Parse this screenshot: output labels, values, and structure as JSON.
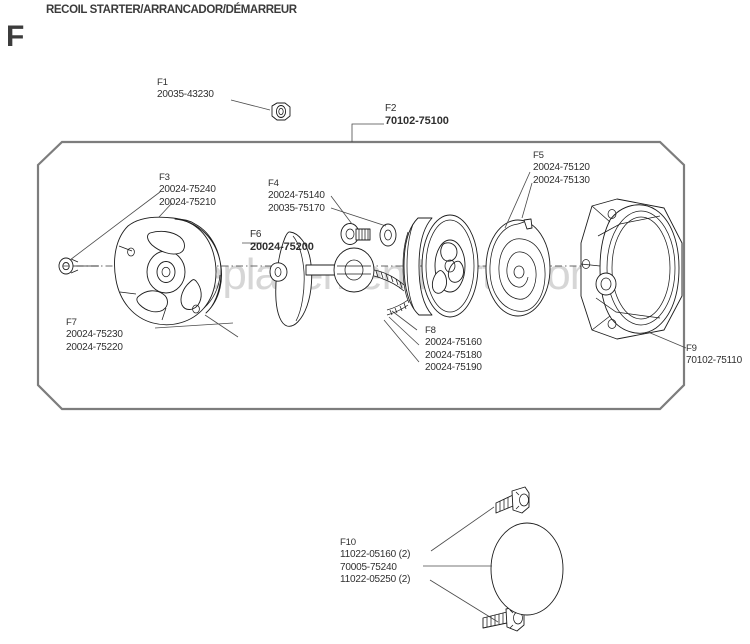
{
  "page": {
    "section_letter": "F",
    "title": "RECOIL STARTER/ARRANCADOR/DÉMARREUR",
    "watermark": "eReplacementParts.com",
    "frame_color": "#7d7d7d",
    "line_color": "#1d1d1d",
    "text_color": "#2f2f2f"
  },
  "callouts": [
    {
      "id": "f1",
      "ref": "F1",
      "parts": [
        "20035-43230"
      ],
      "is_assembly": false
    },
    {
      "id": "f2",
      "ref": "F2",
      "parts": [
        "70102-75100"
      ],
      "is_assembly": true
    },
    {
      "id": "f3",
      "ref": "F3",
      "parts": [
        "20024-75240",
        "20024-75210"
      ],
      "is_assembly": false
    },
    {
      "id": "f4",
      "ref": "F4",
      "parts": [
        "20024-75140",
        "20035-75170"
      ],
      "is_assembly": false
    },
    {
      "id": "f5",
      "ref": "F5",
      "parts": [
        "20024-75120",
        "20024-75130"
      ],
      "is_assembly": false
    },
    {
      "id": "f6",
      "ref": "F6",
      "parts": [
        "20024-75200"
      ],
      "is_assembly": true
    },
    {
      "id": "f7",
      "ref": "F7",
      "parts": [
        "20024-75230",
        "20024-75220"
      ],
      "is_assembly": false
    },
    {
      "id": "f8",
      "ref": "F8",
      "parts": [
        "20024-75160",
        "20024-75180",
        "20024-75190"
      ],
      "is_assembly": false
    },
    {
      "id": "f9",
      "ref": "F9",
      "parts": [
        "70102-75110"
      ],
      "is_assembly": false
    },
    {
      "id": "f10",
      "ref": "F10",
      "parts": [
        "11022-05160 (2)",
        "70005-75240",
        "11022-05250 (2)"
      ],
      "is_assembly": false
    }
  ],
  "callout_text": {
    "f1_ref": "F1",
    "f1_l1": "20035-43230",
    "f2_ref": "F2",
    "f2_l1": "70102-75100",
    "f3_ref": "F3",
    "f3_l1": "20024-75240",
    "f3_l2": "20024-75210",
    "f4_ref": "F4",
    "f4_l1": "20024-75140",
    "f4_l2": "20035-75170",
    "f5_ref": "F5",
    "f5_l1": "20024-75120",
    "f5_l2": "20024-75130",
    "f6_ref": "F6",
    "f6_l1": "20024-75200",
    "f7_ref": "F7",
    "f7_l1": "20024-75230",
    "f7_l2": "20024-75220",
    "f8_ref": "F8",
    "f8_l1": "20024-75160",
    "f8_l2": "20024-75180",
    "f8_l3": "20024-75190",
    "f9_ref": "F9",
    "f9_l1": "70102-75110",
    "f10_ref": "F10",
    "f10_l1": "11022-05160 (2)",
    "f10_l2": "70005-75240",
    "f10_l3": "11022-05250 (2)"
  }
}
